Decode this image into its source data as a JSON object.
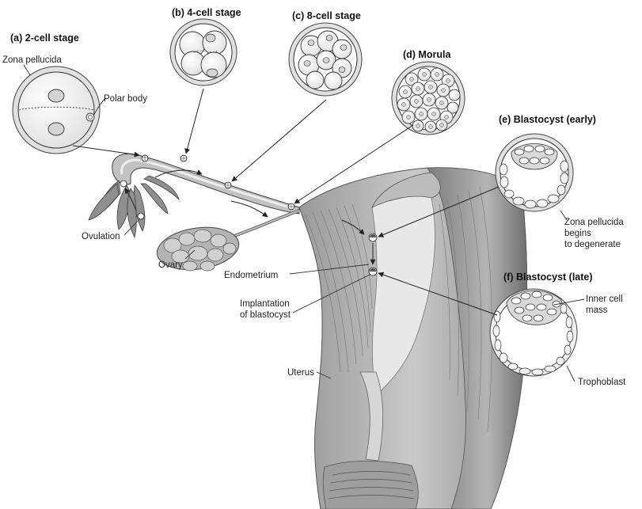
{
  "stages": {
    "two_cell": "(a) 2-cell stage",
    "four_cell": "(b) 4-cell stage",
    "eight_cell": "(c) 8-cell stage",
    "morula": "(d) Morula",
    "blastocyst_early": "(e) Blastocyst (early)",
    "blastocyst_late": "(f) Blastocyst (late)"
  },
  "labels": {
    "zona_pellucida": "Zona pellucida",
    "polar_body": "Polar body",
    "ovulation": "Ovulation",
    "ovary": "Ovary",
    "endometrium": "Endometrium",
    "implantation_line1": "Implantation",
    "implantation_line2": "of blastocyst",
    "uterus": "Uterus",
    "zona_degenerate_line1": "Zona pellucida",
    "zona_degenerate_line2": "begins",
    "zona_degenerate_line3": "to degenerate",
    "inner_cell_line1": "Inner cell",
    "inner_cell_line2": "mass",
    "trophoblast": "Trophoblast"
  }
}
